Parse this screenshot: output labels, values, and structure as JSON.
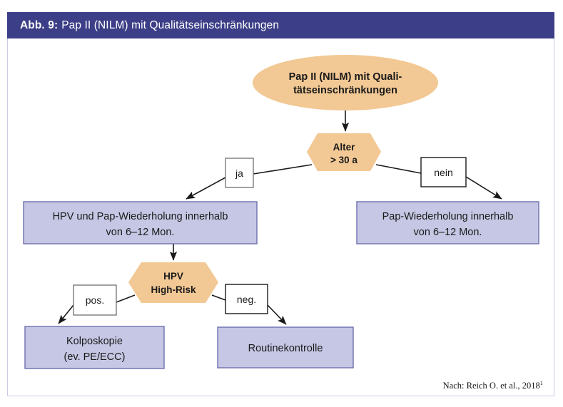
{
  "figure": {
    "number_label": "Abb. 9:",
    "title": "Pap II (NILM) mit Qualitätseinschränkungen",
    "header_color": "#3c3f87",
    "frame_border_color": "#c9cbe0"
  },
  "colors": {
    "decision_fill": "#f2c894",
    "process_fill": "#c5c7e4",
    "process_border": "#6d6fad",
    "connector": "#1a1a1a",
    "label_box_border": "#7a7a7a",
    "label_box_fill": "#ffffff"
  },
  "nodes": {
    "start": {
      "type": "ellipse",
      "line1": "Pap II (NILM) mit Quali-",
      "line2": "tätseinschränkungen"
    },
    "decision_age": {
      "type": "hexagon",
      "line1": "Alter",
      "line2": "> 30 a"
    },
    "hpv_pap_repeat": {
      "type": "process",
      "line1": "HPV und Pap-Wiederholung innerhalb",
      "line2": "von 6–12 Mon."
    },
    "pap_repeat": {
      "type": "process",
      "line1": "Pap-Wiederholung innerhalb",
      "line2": "von 6–12 Mon."
    },
    "decision_hpv": {
      "type": "hexagon",
      "line1": "HPV",
      "line2": "High-Risk"
    },
    "kolposkopie": {
      "type": "process",
      "line1": "Kolposkopie",
      "line2": "(ev. PE/ECC)"
    },
    "routinekontrolle": {
      "type": "process",
      "line1": "Routinekontrolle",
      "line2": ""
    }
  },
  "edge_labels": {
    "ja": "ja",
    "nein": "nein",
    "pos": "pos.",
    "neg": "neg."
  },
  "source": {
    "text": "Nach: Reich O. et al., 2018",
    "superscript": "1"
  }
}
